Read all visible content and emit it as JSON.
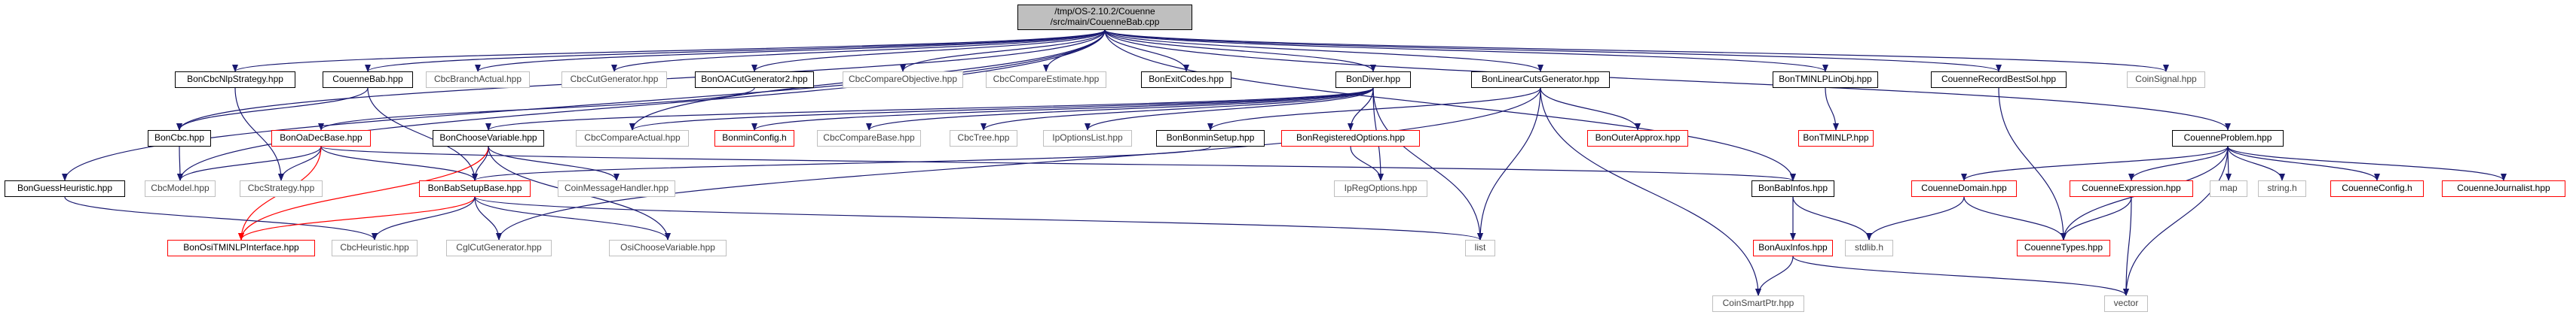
{
  "root": {
    "line1": "/tmp/OS-2.10.2/Couenne",
    "line2": "/src/main/CouenneBab.cpp"
  },
  "nodes": {
    "bcnlp": "BonCbcNlpStrategy.hpp",
    "cbab": "CouenneBab.hpp",
    "cbranch": "CbcBranchActual.hpp",
    "cgen": "CbcCutGenerator.hpp",
    "oacut": "BonOACutGenerator2.hpp",
    "cobj": "CbcCompareObjective.hpp",
    "cest": "CbcCompareEstimate.hpp",
    "exit": "BonExitCodes.hpp",
    "diver": "BonDiver.hpp",
    "lincuts": "BonLinearCutsGenerator.hpp",
    "tminlp": "BonTMINLPLinObj.hpp",
    "recbest": "CouenneRecordBestSol.hpp",
    "signal": "CoinSignal.hpp",
    "boncbc": "BonCbc.hpp",
    "oadec": "BonOaDecBase.hpp",
    "choose": "BonChooseVariable.hpp",
    "cactual": "CbcCompareActual.hpp",
    "bmconfig": "BonminConfig.h",
    "cbase": "CbcCompareBase.hpp",
    "ctree": "CbcTree.hpp",
    "ipoptlist": "IpOptionsList.hpp",
    "bsetup": "BonBonminSetup.hpp",
    "regopt": "BonRegisteredOptions.hpp",
    "outer": "BonOuterApprox.hpp",
    "tminlph": "BonTMINLP.hpp",
    "cprob": "CouenneProblem.hpp",
    "guess": "BonGuessHeuristic.hpp",
    "cmodel": "CbcModel.hpp",
    "cstrat": "CbcStrategy.hpp",
    "babsetup": "BonBabSetupBase.hpp",
    "cmsg": "CoinMessageHandler.hpp",
    "ipreg": "IpRegOptions.hpp",
    "babinfo": "BonBabInfos.hpp",
    "cdomain": "CouenneDomain.hpp",
    "map": "map",
    "stringh": "string.h",
    "cconfig": "CouenneConfig.h",
    "cjournal": "CouenneJournalist.hpp",
    "cexpr": "CouenneExpression.hpp",
    "ositm": "BonOsiTMINLPInterface.hpp",
    "cheur": "CbcHeuristic.hpp",
    "cglcut": "CglCutGenerator.hpp",
    "osichoose": "OsiChooseVariable.hpp",
    "list": "list",
    "stdlib": "stdlib.h",
    "auxinfo": "BonAuxInfos.hpp",
    "ctypes": "CouenneTypes.hpp",
    "smart": "CoinSmartPtr.hpp",
    "vector": "vector"
  },
  "colors": {
    "edge_normal": "#191970",
    "edge_red": "#ff0000",
    "node_red": "#ff0000",
    "root_fill": "#bfbfbf"
  }
}
